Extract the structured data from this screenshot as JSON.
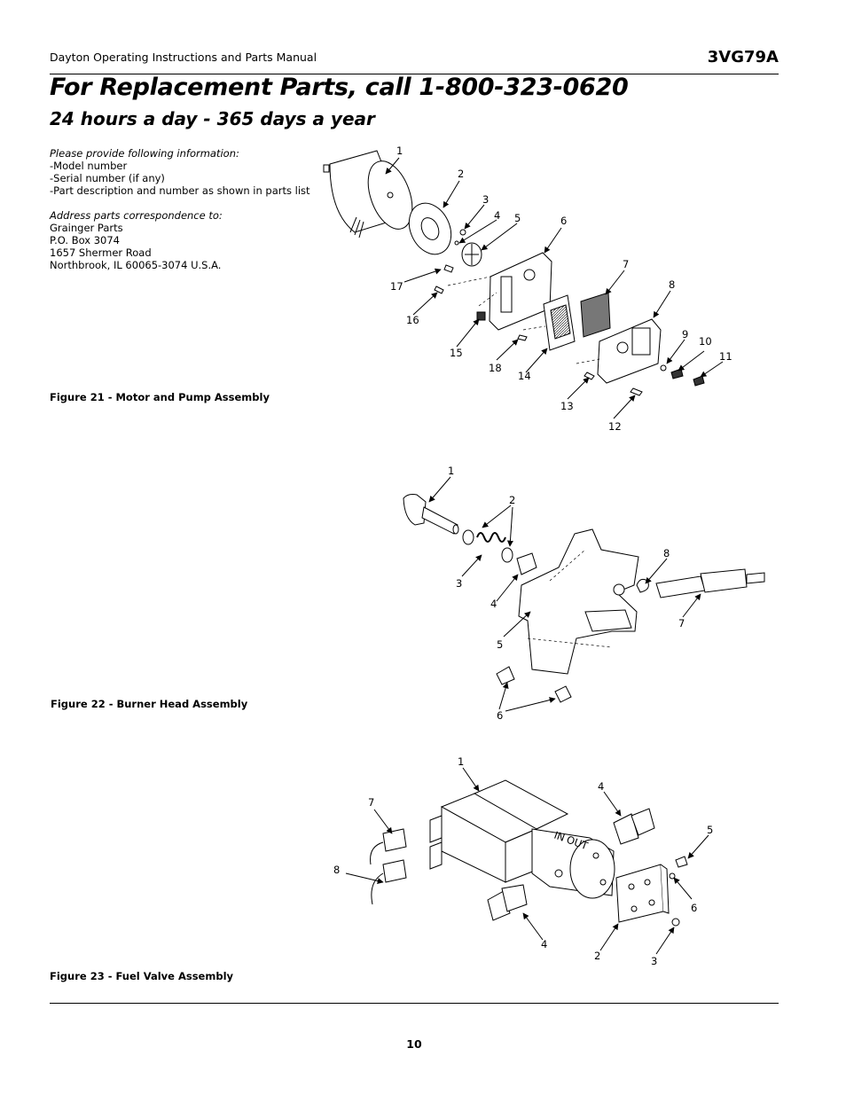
{
  "header": {
    "manual_title": "Dayton Operating Instructions and Parts Manual",
    "model": "3VG79A"
  },
  "title": "For Replacement Parts, call 1-800-323-0620",
  "subtitle": "24 hours a day - 365 days a year",
  "info": {
    "provide_heading": "Please provide following information:",
    "provide_items": [
      "-Model number",
      "-Serial number (if any)",
      "-Part description and number as shown in parts list"
    ],
    "address_heading": "Address parts correspondence to:",
    "address_lines": [
      "Grainger Parts",
      "P.O. Box 3074",
      "1657 Shermer Road",
      "Northbrook, IL  60065-3074 U.S.A."
    ]
  },
  "figures": [
    {
      "caption": "Figure 21 - Motor and Pump Assembly",
      "labels": [
        "1",
        "2",
        "3",
        "4",
        "5",
        "6",
        "7",
        "8",
        "9",
        "10",
        "11",
        "12",
        "13",
        "14",
        "15",
        "16",
        "17",
        "18"
      ]
    },
    {
      "caption": "Figure 22 - Burner Head Assembly",
      "labels": [
        "1",
        "2",
        "3",
        "4",
        "5",
        "6",
        "7",
        "8"
      ]
    },
    {
      "caption": "Figure 23 - Fuel Valve Assembly",
      "labels": [
        "1",
        "2",
        "3",
        "4",
        "4",
        "5",
        "6",
        "7",
        "8"
      ],
      "embossed": {
        "in": "IN",
        "out": "OUT"
      }
    }
  ],
  "page_number": "10"
}
